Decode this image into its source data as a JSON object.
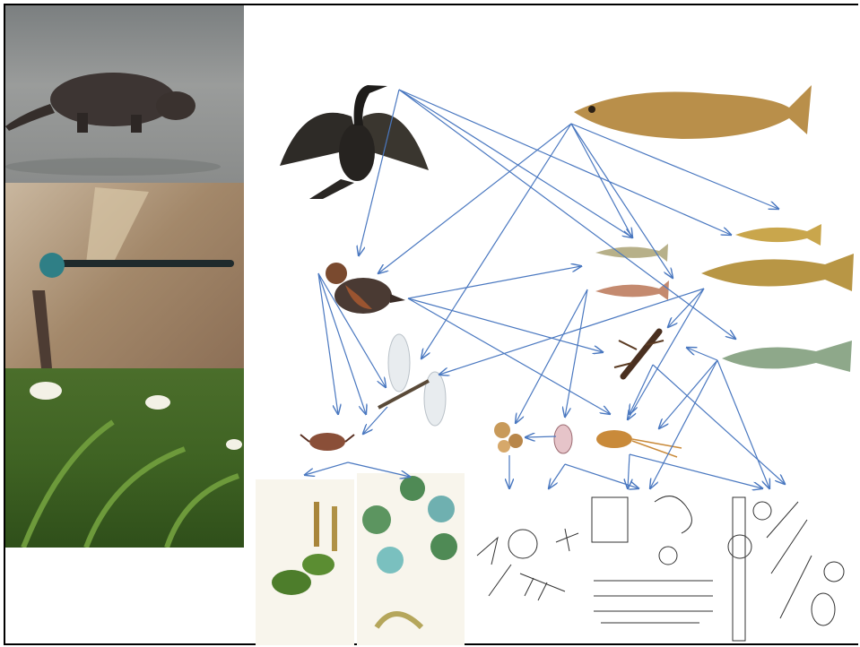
{
  "diagram": {
    "type": "food-web",
    "organisms": [
      "otter",
      "dragonfly-photo",
      "flowering-plant-photo",
      "cormorant",
      "brown-trout-large",
      "dipper",
      "minnow-a",
      "minnow-b",
      "trout-juvenile",
      "brown-trout",
      "bullhead-fish",
      "dragonfly-drawing",
      "stonefly-nymph",
      "mayfly-nymph",
      "beetle",
      "protozoa",
      "zooplankton",
      "alder-plate",
      "leaf-plate",
      "diatoms",
      "algae-filaments",
      "green-algae-chains"
    ],
    "colors": {
      "arrow": "#4a78c0",
      "border": "#000000"
    }
  }
}
